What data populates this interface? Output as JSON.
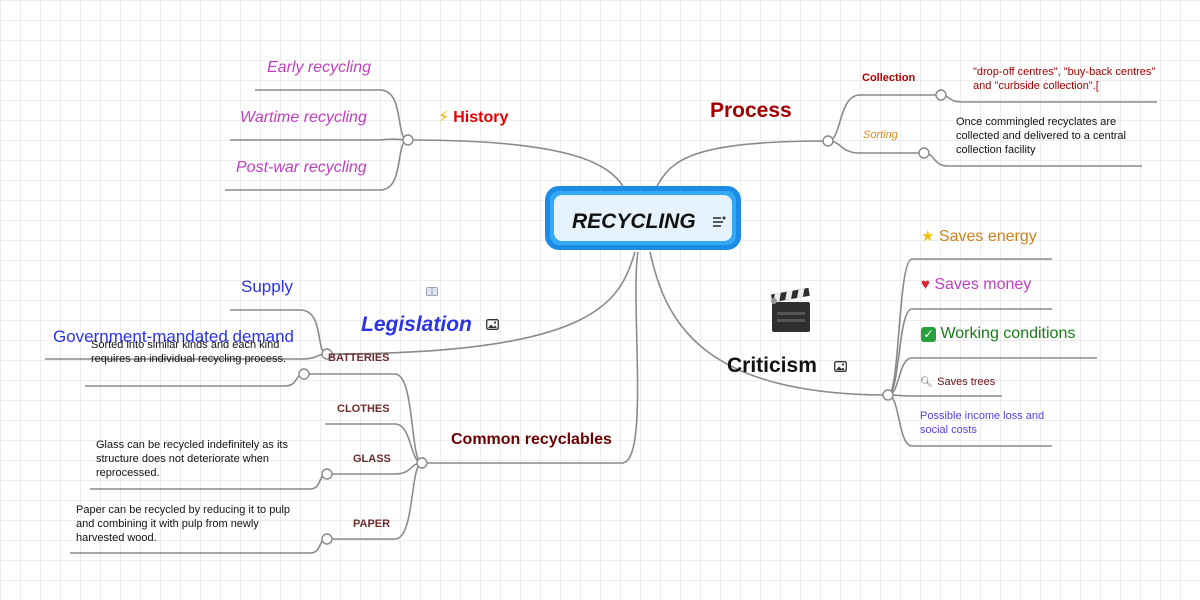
{
  "central": {
    "title": "RECYCLING",
    "icon": "note-icon"
  },
  "history": {
    "label": "History",
    "icon": "lightning-icon",
    "color": "#e60000",
    "children": [
      "Early recycling",
      "Wartime recycling",
      "Post-war recycling"
    ]
  },
  "legislation": {
    "label": "Legislation",
    "icon": "image-icon",
    "color": "#2a33e6",
    "children": [
      "Supply",
      "Government-mandated demand"
    ]
  },
  "common": {
    "label": "Common recyclables",
    "color": "#6b0000",
    "children": [
      {
        "label": "BATTERIES",
        "note": "Sorted into similar kinds and each kind requires an individual recycling process."
      },
      {
        "label": "CLOTHES"
      },
      {
        "label": "GLASS",
        "note": "Glass can be recycled indefinitely as its structure does not deteriorate when reprocessed."
      },
      {
        "label": "PAPER",
        "note": "Paper can be recycled by reducing it to pulp and combining it with pulp from newly harvested wood."
      }
    ]
  },
  "process": {
    "label": "Process",
    "color": "#a30000",
    "children": [
      {
        "label": "Collection",
        "note": "\"drop-off centres\", \"buy-back centres\" and \"curbside collection\".["
      },
      {
        "label": "Sorting",
        "note": "Once commingled recyclates are collected and delivered to a central collection facility"
      }
    ]
  },
  "criticism": {
    "label": "Criticism",
    "icon": "image-icon",
    "illustration": "clapperboard-icon",
    "children": [
      {
        "label": "Saves energy",
        "icon": "star-icon",
        "color": "#d0801a"
      },
      {
        "label": "Saves money",
        "icon": "heart-icon",
        "color": "#c03fc0"
      },
      {
        "label": "Working conditions",
        "icon": "check-icon",
        "color": "#1a7a1a"
      },
      {
        "label": "Saves trees",
        "icon": "magnifier-icon",
        "color": "#6b1010"
      },
      {
        "label": "Possible income loss and social costs",
        "color": "#5a3de6"
      }
    ]
  }
}
